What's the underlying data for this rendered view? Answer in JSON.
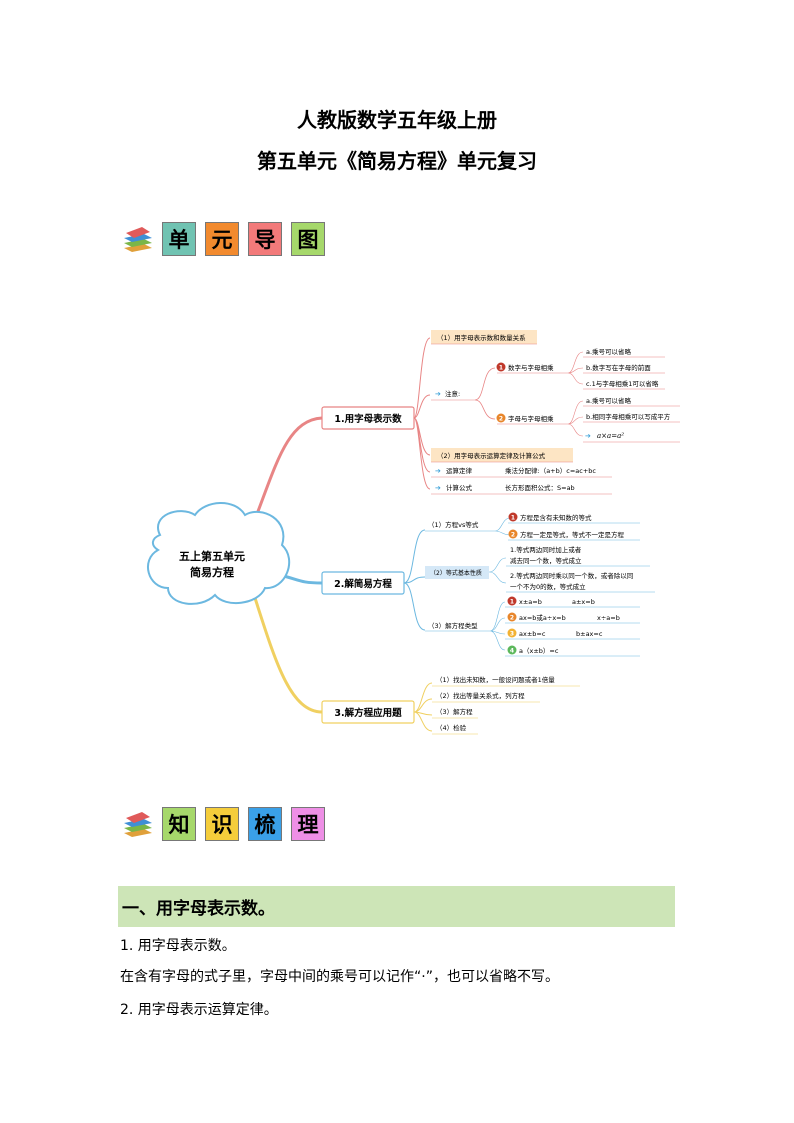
{
  "header": {
    "line1": "人教版数学五年级上册",
    "line2": "第五单元《简易方程》单元复习"
  },
  "unit_map_tiles": [
    {
      "char": "单",
      "color": "#70c3b2"
    },
    {
      "char": "元",
      "color": "#f28a2e"
    },
    {
      "char": "导",
      "color": "#f27a7a"
    },
    {
      "char": "图",
      "color": "#a6d86b"
    }
  ],
  "knowledge_tiles": [
    {
      "char": "知",
      "color": "#a6d86b"
    },
    {
      "char": "识",
      "color": "#f5cd3b"
    },
    {
      "char": "梳",
      "color": "#3aa0e8"
    },
    {
      "char": "理",
      "color": "#ee8fe6"
    }
  ],
  "mindmap": {
    "center": [
      "五上第五单元",
      "简易方程"
    ],
    "branch1": {
      "label": "1.用字母表示数",
      "item1": "（1）用字母表示数和数量关系",
      "note": "注意:",
      "num_letter": "数字与字母相乘",
      "nl_a": "a.乘号可以省略",
      "nl_b": "b.数字写在字母的前面",
      "nl_c": "c.1与字母相乘1可以省略",
      "letter_letter": "字母与字母相乘",
      "ll_a": "a.乘号可以省略",
      "ll_b": "b.相同字母相乘可以写成平方",
      "ll_formula": "a×a=a²",
      "item2": "（2）用字母表示运算定律及计算公式",
      "law": "运算定律",
      "law_v": "乘法分配律:（a+b）c=ac+bc",
      "formula": "计算公式",
      "formula_v": "长方形面积公式：S=ab"
    },
    "branch2": {
      "label": "2.解简易方程",
      "vs": "（1）方程vs等式",
      "vs1": "方程是含有未知数的等式",
      "vs2": "方程一定是等式，等式不一定是方程",
      "prop": "（2）等式基本性质",
      "prop1a": "1.等式两边同时加上或者",
      "prop1b": "减去同一个数，等式成立",
      "prop2a": "2.等式两边同时乘以同一个数，或者除以同",
      "prop2b": "一个不为0的数，等式成立",
      "types": "（3）解方程类型",
      "t1": "x±a=b",
      "t1b": "a±x=b",
      "t2": "ax=b或a÷x=b",
      "t2b": "x÷a=b",
      "t3": "ax±b=c",
      "t3b": "b±ax=c",
      "t4": "a（x±b）=c"
    },
    "branch3": {
      "label": "3.解方程应用题",
      "s1": "（1）找出未知数，一般设问题或者1倍量",
      "s2": "（2）找出等量关系式，列方程",
      "s3": "（3）解方程",
      "s4": "（4）检验"
    }
  },
  "section1": {
    "heading": "一、用字母表示数。",
    "p1": "1. 用字母表示数。",
    "p2": "在含有字母的式子里，字母中间的乘号可以记作“·”，也可以省略不写。",
    "p3": "2. 用字母表示运算定律。"
  }
}
